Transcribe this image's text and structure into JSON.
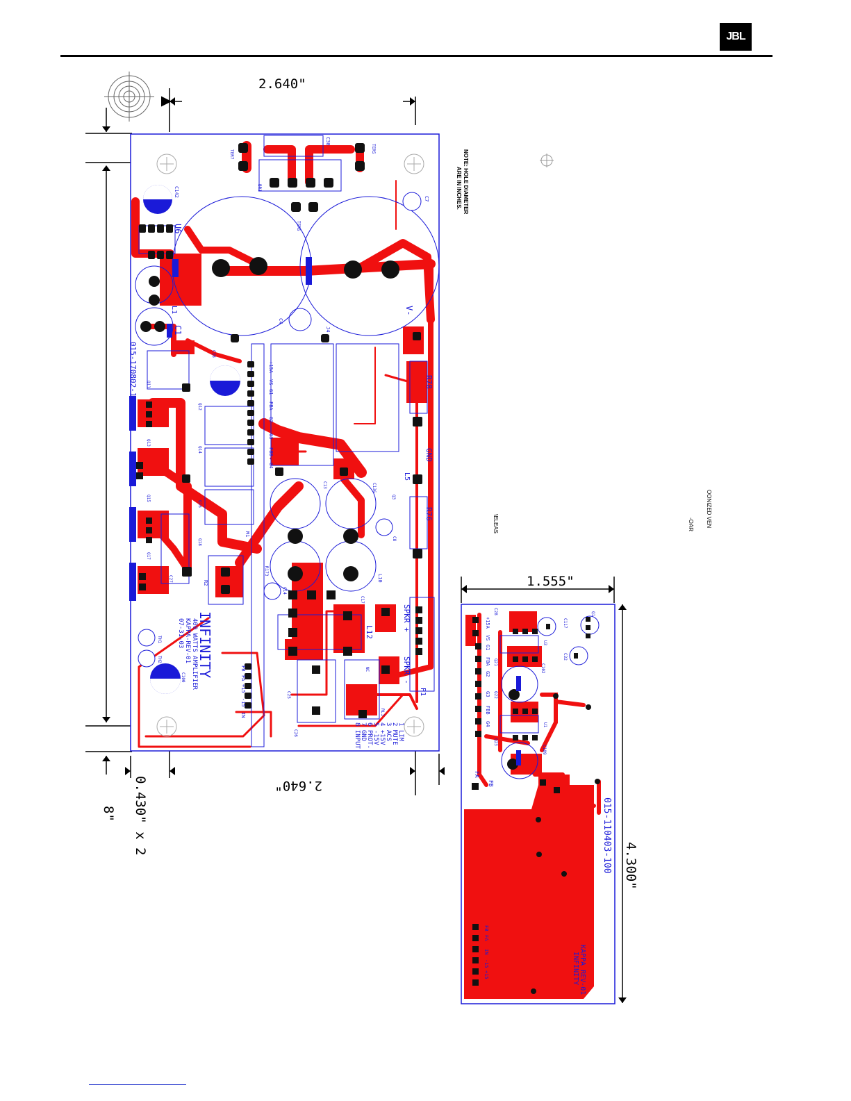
{
  "header": {
    "brand_logo": "JBL",
    "brand_logo_icon": "jbl-logo"
  },
  "dimensions": {
    "main_top_width": "2.640\"",
    "main_bottom_width": "2.640\"",
    "side_width": "0.430\" x 2",
    "side_height": "8\"",
    "sub_top_width": "1.555\"",
    "sub_height": "4.300\""
  },
  "note": {
    "line1": "NOTE: HOLE DIAMETER",
    "line2": "ARE IN INCHES."
  },
  "fragments": {
    "a": "OONIZED VEN",
    "b": "-OAR",
    "c": "\\ELEAS"
  },
  "main_board": {
    "part_number": "015-170802-100",
    "brand": "INFINITY",
    "model_lines": [
      "400 WATTS AMPLIFIER",
      "KAPPA-REV-01",
      "07-31-03"
    ],
    "labels": {
      "u6": "U6",
      "c142": "C142",
      "c1": "C1",
      "c7": "C7",
      "l1": "L1",
      "ter7": "TER7",
      "ter5": "TER5",
      "ter6": "TER6",
      "br1": "BR1",
      "c30": "C30",
      "vminus": "V-",
      "r78": "R78",
      "r76": "R76",
      "gnd": "GND",
      "l5": "L5",
      "c4": "C4",
      "j4": "J4",
      "q11": "Q11",
      "q12": "Q12",
      "q13": "Q13",
      "q14": "Q14",
      "q15": "Q15",
      "q16": "Q16",
      "q17": "Q17",
      "q18": "Q18",
      "m1": "M1",
      "r2": "R2",
      "r173": "R173",
      "c14": "C14",
      "c13": "C13",
      "c136": "C136",
      "q3": "Q3",
      "c8": "C8",
      "l10": "L10",
      "l12": "L12",
      "c17": "C17",
      "c100": "C100",
      "p1": "P1",
      "spkr_plus": "SPKR +",
      "spkr_minus": "SPKR -",
      "nc": "NC",
      "rl1": "RL1",
      "th1": "TH1",
      "th2": "TH2",
      "c25": "C25",
      "c26": "C26",
      "c27": "C27",
      "c38": "C38"
    },
    "header_pins_top": [
      "+15A",
      "VS",
      "G1",
      "FBA",
      "G2",
      "G3",
      "FBB",
      "G4"
    ],
    "header_pins_bottom": [
      "FB",
      "FA",
      "+15",
      "-15",
      "IN"
    ],
    "connector_pins": [
      "1 LIM",
      "2 MUTE",
      "3 ACS",
      "4 +15V",
      "5 -15V",
      "6 PROT.",
      "7 GND",
      "8 INPUT"
    ]
  },
  "sub_board": {
    "part_number": "015-110403-100",
    "brand": "INFINITY",
    "model": "KAPPA REV-01",
    "labels": {
      "c117": "C117",
      "c32": "C32",
      "q1": "Q1",
      "q21": "Q21",
      "q22": "Q22",
      "q23": "Q23",
      "c109": "C109",
      "c102": "C102",
      "c28": "C28",
      "u1": "U1",
      "u3": "U3",
      "fa": "FA",
      "fb": "FB"
    },
    "header_pins": [
      "+15A",
      "VS",
      "G1",
      "FBA",
      "G2",
      "G3",
      "FBB",
      "G4"
    ],
    "bottom_pins": [
      "FB",
      "FA",
      "IN",
      "-15",
      "+15"
    ]
  },
  "colors": {
    "copper": "#f01010",
    "outline": "#1a1ad8",
    "pad": "#111111"
  }
}
